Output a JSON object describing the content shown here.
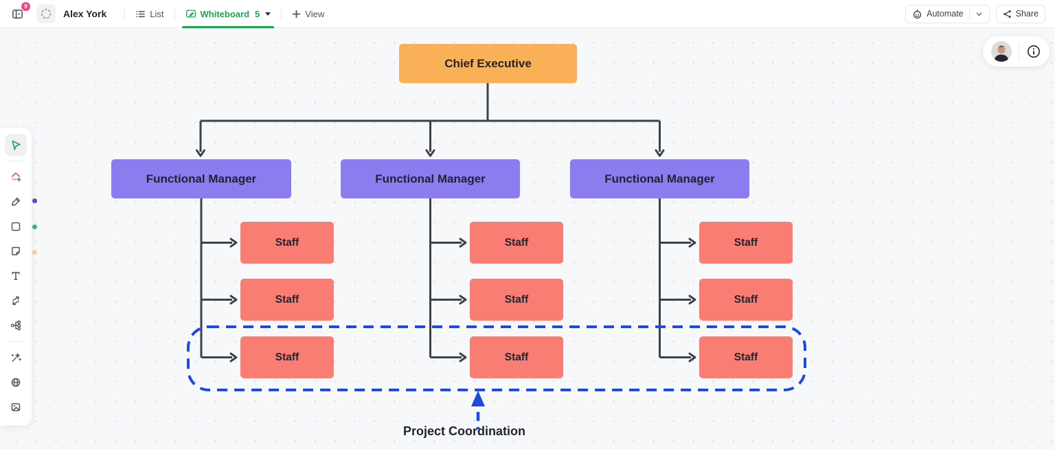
{
  "header": {
    "badge_count": "9",
    "workspace_title": "Alex York",
    "tabs": [
      {
        "label": "List"
      },
      {
        "label": "Whiteboard",
        "count": "5",
        "active": true
      }
    ],
    "add_view_label": "View",
    "automate_label": "Automate",
    "share_label": "Share"
  },
  "toolbar": {
    "icons": [
      "select-cursor",
      "templates-add",
      "marker-pen",
      "shape-rectangle",
      "sticky-note",
      "text",
      "connector-arrows",
      "mind-map",
      "ai-wand",
      "web-embed",
      "image"
    ],
    "color_dots": [
      "#5B47E0",
      "#27C26C",
      "#F5D98B"
    ]
  },
  "diagram": {
    "type": "org-chart",
    "root_label": "Chief Executive",
    "manager_labels": [
      "Functional Manager",
      "Functional Manager",
      "Functional Manager"
    ],
    "staff_label": "Staff",
    "staff_count_per_manager": 3,
    "annotation_label": "Project Coordination",
    "colors": {
      "root": "#F9B057",
      "manager": "#8B7CF0",
      "staff": "#F97D72",
      "connector": "#3B424B",
      "coordination_dash": "#1C49E8",
      "ui_accent_green": "#1FA551"
    }
  }
}
